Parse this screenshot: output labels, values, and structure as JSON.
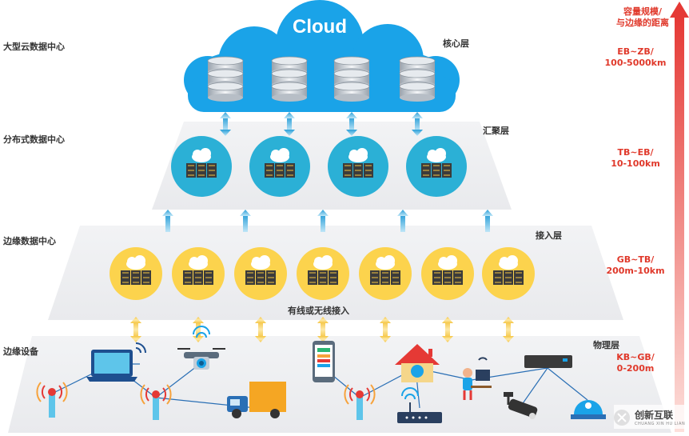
{
  "cloud_label": "Cloud",
  "tiers": [
    {
      "label": "大型云数据中心",
      "layer": "核心层",
      "scale": [
        "EB~ZB/",
        "100-5000km"
      ]
    },
    {
      "label": "分布式数据中心",
      "layer": "汇聚层",
      "scale": [
        "TB~EB/",
        "10-100km"
      ]
    },
    {
      "label": "边缘数据中心",
      "layer": "接入层",
      "scale": [
        "GB~TB/",
        "200m-10km"
      ]
    },
    {
      "label": "边缘设备",
      "layer": "物理层",
      "scale": [
        "KB~GB/",
        "0-200m"
      ]
    }
  ],
  "scale_header": [
    "容量规模/",
    "与边缘的距离"
  ],
  "connection_label": "有线或无线接入",
  "watermark": {
    "main": "创新互联",
    "sub": "CHUANG XIN HU LIAN"
  },
  "colors": {
    "cloud": "#1aa3e8",
    "distributed": "#2bb0d6",
    "edge": "#fcd34d",
    "arrow_up": "#e53935"
  },
  "icons": {
    "devices": [
      "antenna-icon",
      "laptop-icon",
      "drone-icon",
      "truck-icon",
      "smartphone-icon",
      "smart-home-icon",
      "router-icon",
      "worker-icon",
      "server-box-icon",
      "camera-icon",
      "dome-light-icon"
    ]
  }
}
